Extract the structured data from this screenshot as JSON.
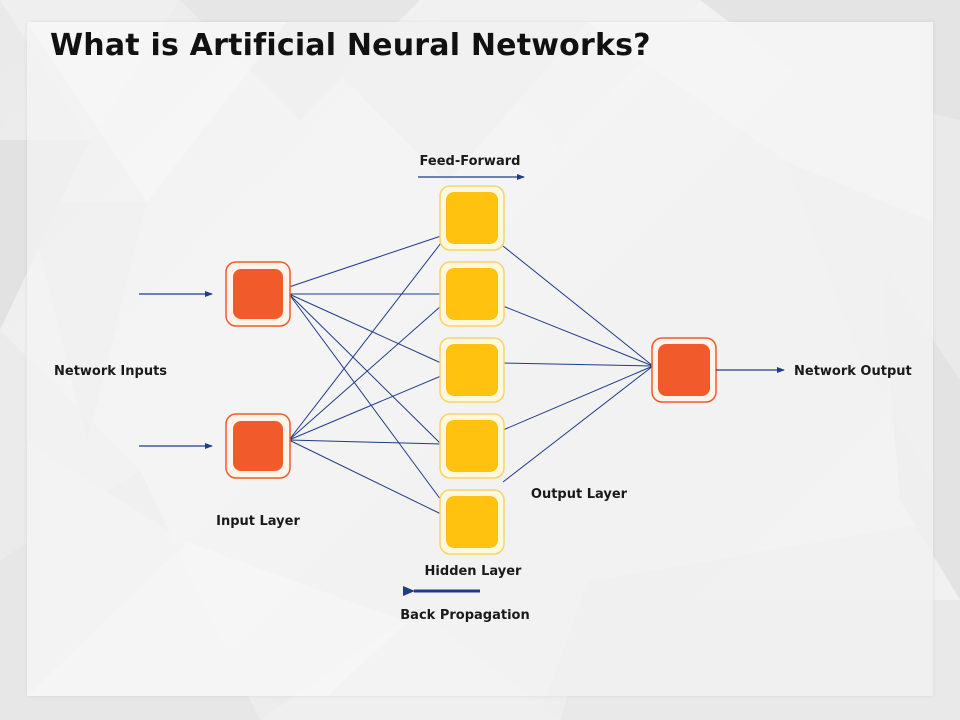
{
  "title": "What is Artificial Neural Networks?",
  "labels": {
    "feed_forward": "Feed-Forward",
    "network_inputs": "Network Inputs",
    "network_output": "Network Output",
    "input_layer": "Input Layer",
    "hidden_layer": "Hidden Layer",
    "output_layer": "Output Layer",
    "back_propagation": "Back Propagation"
  },
  "colors": {
    "input_node": "#f15a2b",
    "hidden_node": "#ffc20e",
    "output_node": "#f15a2b",
    "node_border_input": "#f15a2b",
    "node_border_hidden": "#f6d36a",
    "connection": "#1f3c88",
    "arrow": "#1f3c88",
    "title": "#111111"
  },
  "network": {
    "input_count": 2,
    "hidden_count": 5,
    "output_count": 1
  }
}
